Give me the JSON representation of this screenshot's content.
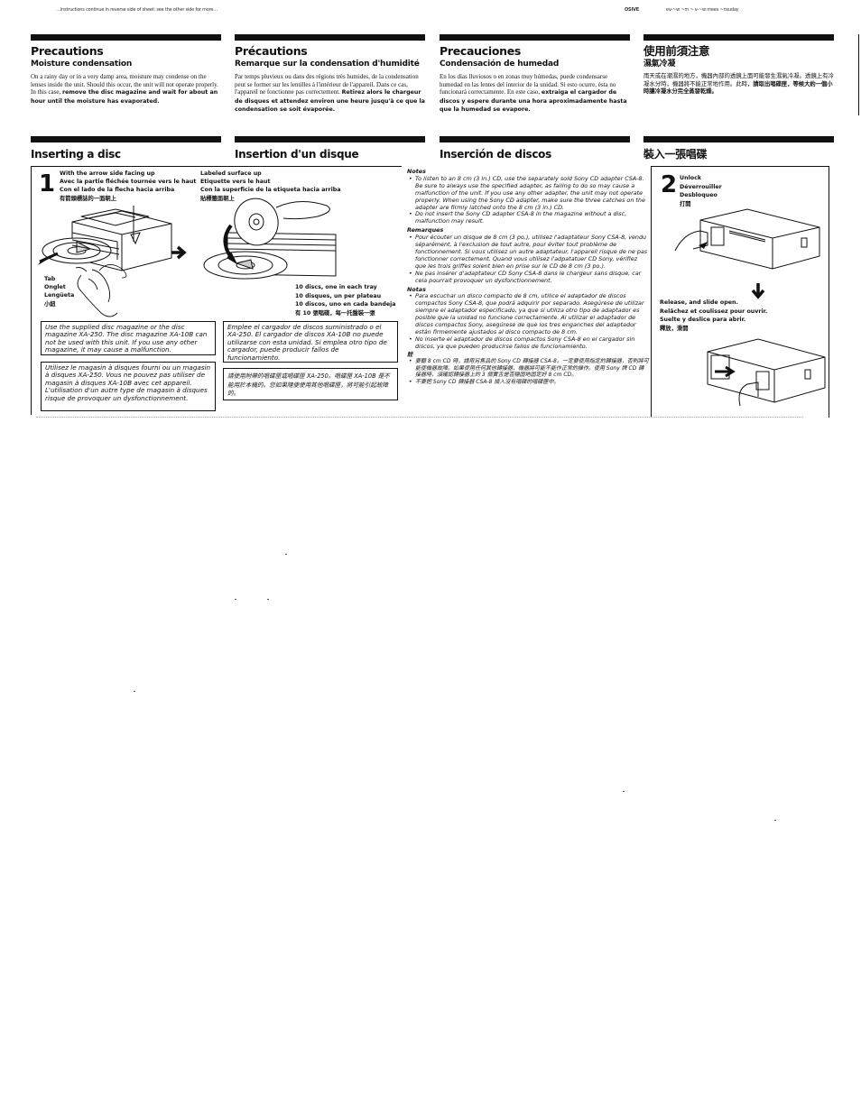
{
  "header_strip": {
    "left_text": "…instructions continue in reverse side of sheet: see the other side for more…",
    "right_code": "OSIVE",
    "right_text": "ev-~w ~m ~ v-~w mees ~nsuday"
  },
  "precautions": [
    {
      "lang": "en",
      "title": "Precautions",
      "subtitle": "Moisture condensation",
      "body_plain": "On a rainy day or in a very damp area, moisture may condense on the lenses inside the unit. Should this occur, the unit will not operate properly. In this case, ",
      "body_bold": "remove the disc magazine and wait for about an hour until the moisture has evaporated."
    },
    {
      "lang": "fr",
      "title": "Précautions",
      "subtitle": "Remarque sur la condensation d'humidité",
      "body_plain": "Par temps pluvieux ou dans des régions très humides, de la condensation peut se former sur les lentilles à l'intérieur de l'appareil. Dans ce cas, l'appareil ne fonctionne pas correctement. ",
      "body_bold": "Retirez alors le chargeur de disques et attendez environ une heure jusqu'à ce que la condensation se soit évaporée."
    },
    {
      "lang": "es",
      "title": "Precauciones",
      "subtitle": "Condensación de humedad",
      "body_plain": "En los días lluviosos o en zonas muy húmedas, puede condensarse humedad en las lentes del interior de la unidad. Si esto ocurre, ésta no funcionará correctamente. En este caso, ",
      "body_bold": "extraiga el cargador de discos y espere durante una hora aproximadamente hasta que la humedad se evapore."
    },
    {
      "lang": "zh",
      "title": "使用前須注意",
      "subtitle": "濕氣冷凝",
      "body_plain": "雨天或在潮濕的地方，機器內部的透鏡上面可能發生濕氣冷凝。透鏡上有冷凝水分時，機器將不能正常地作用。此時，",
      "body_bold": "請取出唱碟匣，等候大約一個小時讓冷凝水分完全蒸發乾燥。"
    }
  ],
  "sections": [
    {
      "title": "Inserting a disc"
    },
    {
      "title": "Insertion d'un disque"
    },
    {
      "title": "Inserción de discos"
    },
    {
      "title": "裝入一張唱碟"
    }
  ],
  "step1": {
    "number": "1",
    "arrow_side": [
      "With the arrow side facing up",
      "Avec la partie fléchée tournée vers le haut",
      "Con el lado de la flecha hacia arriba",
      "有箭頭標誌的一面朝上"
    ],
    "labeled": [
      "Labeled surface up",
      "Etiquette vers le haut",
      "Con la superficie de la etiqueta hacia arriba",
      "貼標籤面朝上"
    ],
    "tab": [
      "Tab",
      "Onglet",
      "Lengüeta",
      "小鈕"
    ],
    "discs": [
      "10 discs, one in each tray",
      "10 disques, un per plateau",
      "10 discos, uno en cada bandeja",
      "有 10 張唱碟，每一托盤裝一張"
    ],
    "box_en": "Use the supplied disc magazine or the disc magazine XA-250. The disc magazine XA-10B can not be used with this unit. If you use any other magazine, it may cause a malfunction.",
    "box_fr": "Utilisez le magasin à disques fourni ou un magasin à disques XA-250. Vous ne pouvez pas utiliser de magasin à disques XA-10B avec cet appareil. L'utilisation d'un autre type de magasin à disques risque de provoquer un dysfonctionnement.",
    "box_es": "Emplee el cargador de discos suministrado o el XA-250. El cargador de discos XA-10B no puede utilizarse con esta unidad. Si emplea otro tipo de cargador, puede producir fallos de funcionamiento.",
    "box_zh": "請使用附帶的唱碟匣或唱碟匣 XA-250。唱碟匣 XA-10B 是不能用於本機的。您如果隨便使用其他唱碟匣，將可能引起故障的。"
  },
  "notes": [
    {
      "heading": "Notes",
      "items": [
        "To listen to an 8 cm (3 in.) CD, use the separately sold Sony CD adapter CSA-8. Be sure to always use the specified adapter, as failing to do so may cause a malfunction of the unit. If you use any other adapter, the unit may not operate properly. When using the Sony CD adapter, make sure the three catches on the adapter are firmly latched onto the 8 cm (3 in.) CD.",
        "Do not insert the Sony CD adapter CSA-8 in the magazine without a disc, malfunction may result."
      ]
    },
    {
      "heading": "Remarques",
      "items": [
        "Pour écouter un disque de 8 cm (3 po.), utilisez l'adaptateur Sony CSA-8, vendu séparément, à l'exclusion de tout autre, pour éviter tout problème de fonctionnement. Si vous utilisez un autre adaptateur, l'appareil risque de ne pas fonctionner correctement. Quand vous utilisez l'adpatatuer CD Sony, vérifiez que les trois griffes soient bien en prise sur le CD de 8 cm (3 po.).",
        "Ne pas insérer d'adaptateur CD Sony CSA-8 dans le chargeur sans disque, car cela pourrait provoquer un dysfonctionnement."
      ]
    },
    {
      "heading": "Notas",
      "items": [
        "Para escuchar un disco compacto de 8 cm, utilice el adaptador de discos compactos Sony CSA-8, que podrá adquirir por separado. Asegúrese de utilizar siempre el adaptador especificado, ya que si utiliza otro tipo de adaptador es posible que la unidad no funcione correctamente. Al utilizar el adaptador de discos compactos Sony, asegúrese de que los tres enganches del adaptador están firmemente ajustados al disco compacto de 8 cm.",
        "No inserte el adaptador de discos compactos Sony CSA-8 en el cargador sin discos, ya que pueden producirse fallos de funcionamiento."
      ]
    },
    {
      "heading": "註",
      "items": [
        "要聽 8 cm CD 時，請用另售品的 Sony CD 轉接器 CSA-8。一定要使用指定的轉接器，否則將可能使機器故障。如果使用任何其他轉接器，機器將可能不能作正常的操作。使用 Sony 牌 CD 轉接器時，須確認轉接器上的 3 個實舌是否穩固地固定好 8 cm CD。",
        "不要把 Sony CD 轉接器 CSA-8 插入沒有唱碟的唱碟匣中。"
      ]
    }
  ],
  "step2": {
    "number": "2",
    "unlock": [
      "Unlock",
      "Déverrouiller",
      "Desbloqueo",
      "打開"
    ],
    "release": [
      "Release, and slide open.",
      "Relâchez et coulissez pour ouvrir.",
      "Suelte y deslice para abrir.",
      "釋放，滑開"
    ]
  }
}
